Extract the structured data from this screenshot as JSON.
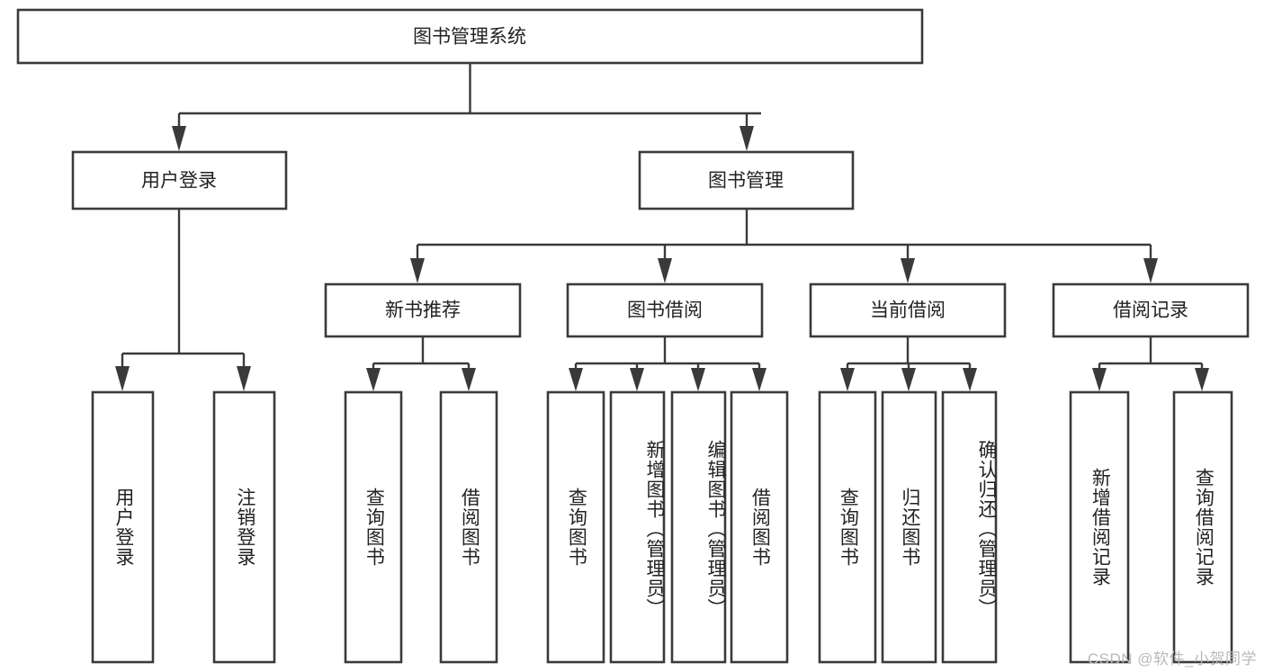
{
  "diagram": {
    "type": "tree-hierarchy",
    "title": "图书管理系统",
    "root": {
      "id": "root",
      "label": "图书管理系统",
      "orientation": "horizontal"
    },
    "level2": [
      {
        "id": "user-login",
        "label": "用户登录",
        "orientation": "horizontal"
      },
      {
        "id": "book-management",
        "label": "图书管理",
        "orientation": "horizontal"
      }
    ],
    "level3": [
      {
        "id": "new-book-recommend",
        "label": "新书推荐",
        "orientation": "horizontal",
        "parent": "book-management"
      },
      {
        "id": "book-borrow",
        "label": "图书借阅",
        "orientation": "horizontal",
        "parent": "book-management"
      },
      {
        "id": "current-borrow",
        "label": "当前借阅",
        "orientation": "horizontal",
        "parent": "book-management"
      },
      {
        "id": "borrow-record",
        "label": "借阅记录",
        "orientation": "horizontal",
        "parent": "book-management"
      }
    ],
    "leaves": [
      {
        "id": "leaf-user-login",
        "label": "用户登录",
        "orientation": "vertical",
        "parent": "user-login"
      },
      {
        "id": "leaf-logout-login",
        "label": "注销登录",
        "orientation": "vertical",
        "parent": "user-login"
      },
      {
        "id": "leaf-query-book-1",
        "label": "查询图书",
        "orientation": "vertical",
        "parent": "new-book-recommend"
      },
      {
        "id": "leaf-borrow-book-1",
        "label": "借阅图书",
        "orientation": "vertical",
        "parent": "new-book-recommend"
      },
      {
        "id": "leaf-query-book-2",
        "label": "查询图书",
        "orientation": "vertical",
        "parent": "book-borrow"
      },
      {
        "id": "leaf-add-book",
        "label": "新增图书（管理员）",
        "orientation": "vertical",
        "parent": "book-borrow"
      },
      {
        "id": "leaf-edit-book",
        "label": "编辑图书（管理员）",
        "orientation": "vertical",
        "parent": "book-borrow"
      },
      {
        "id": "leaf-borrow-book-2",
        "label": "借阅图书",
        "orientation": "vertical",
        "parent": "book-borrow"
      },
      {
        "id": "leaf-query-book-3",
        "label": "查询图书",
        "orientation": "vertical",
        "parent": "current-borrow"
      },
      {
        "id": "leaf-return-book",
        "label": "归还图书",
        "orientation": "vertical",
        "parent": "current-borrow"
      },
      {
        "id": "leaf-confirm-return",
        "label": "确认归还（管理员）",
        "orientation": "vertical",
        "parent": "current-borrow"
      },
      {
        "id": "leaf-add-record",
        "label": "新增借阅记录",
        "orientation": "vertical",
        "parent": "borrow-record"
      },
      {
        "id": "leaf-query-record",
        "label": "查询借阅记录",
        "orientation": "vertical",
        "parent": "borrow-record"
      }
    ]
  },
  "watermark": {
    "text": "CSDN @软件_小贺同学"
  },
  "colors": {
    "box_stroke": "#3a3a3a",
    "box_fill": "#ffffff",
    "connector": "#3a3a3a",
    "text": "#222222",
    "watermark": "#b9b9b9",
    "background": "#ffffff"
  }
}
